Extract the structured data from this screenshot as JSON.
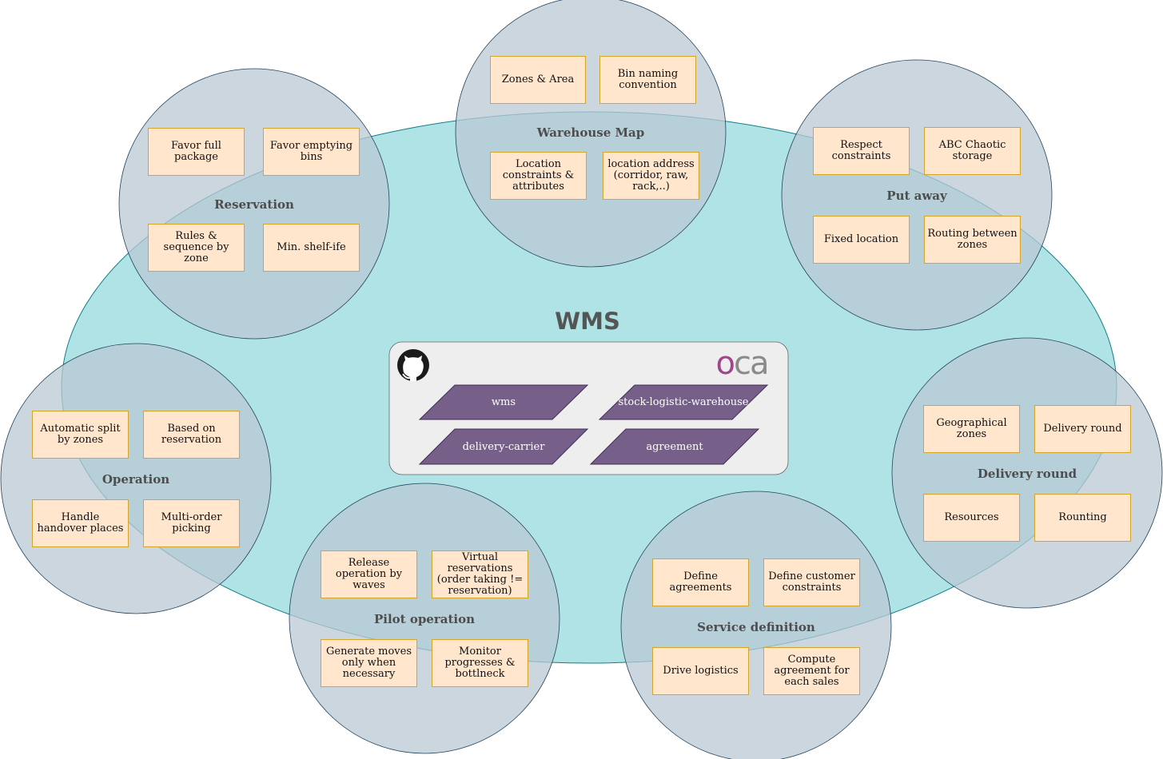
{
  "center": {
    "title": "WMS",
    "github_icon": "github-icon",
    "oca_logo": "OCA",
    "repos": [
      "wms",
      "stock-logistic-warehouse",
      "delivery-carrier",
      "agreement"
    ]
  },
  "clusters": {
    "warehouse_map": {
      "title": "Warehouse Map",
      "items": [
        "Zones & Area",
        "Bin naming convention",
        "Location constraints & attributes",
        "location address (corridor, raw, rack,..)"
      ]
    },
    "reservation": {
      "title": "Reservation",
      "items": [
        "Favor full package",
        "Favor emptying bins",
        "Rules & sequence by zone",
        "Min. shelf-ife"
      ]
    },
    "put_away": {
      "title": "Put away",
      "items": [
        "Respect constraints",
        "ABC Chaotic storage",
        "Fixed location",
        "Routing between zones"
      ]
    },
    "operation": {
      "title": "Operation",
      "items": [
        "Automatic split by zones",
        "Based on reservation",
        "Handle handover places",
        "Multi-order picking"
      ]
    },
    "delivery_round": {
      "title": "Delivery round",
      "items": [
        "Geographical zones",
        "Delivery round",
        "Resources",
        "Rounting"
      ]
    },
    "pilot_operation": {
      "title": "Pilot operation",
      "items": [
        "Release operation by waves",
        "Virtual reservations (order taking != reservation)",
        "Generate moves only when necessary",
        "Monitor progresses & bottlneck"
      ]
    },
    "service_definition": {
      "title": "Service definition",
      "items": [
        "Define agreements",
        "Define customer constraints",
        "Drive logistics",
        "Compute agreement for each sales"
      ]
    }
  },
  "colors": {
    "ellipse_fill": "#b0e3e6",
    "ellipse_stroke": "#0e8088",
    "circle_fill": "#bac8d3",
    "circle_stroke": "#23445d",
    "note_fill": "#ffe6cc",
    "note_stroke": "#d6a42a",
    "repo_fill": "#76608a",
    "repo_stroke": "#432d57",
    "panel_fill": "#eeeeee",
    "oca_purple": "#a0478c"
  }
}
